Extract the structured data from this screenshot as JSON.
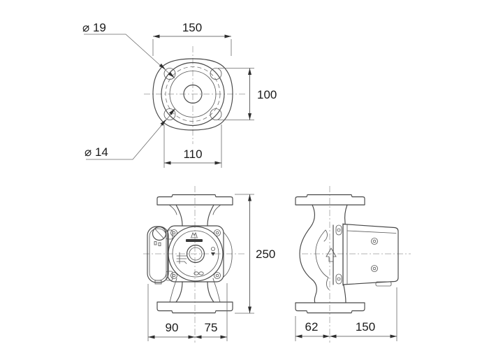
{
  "dims": {
    "top_width": "150",
    "top_height": "100",
    "top_bolt_spacing": "110",
    "hole_outer": "⌀ 19",
    "hole_inner": "⌀ 14",
    "front_height": "250",
    "front_left": "90",
    "front_right": "75",
    "side_left": "62",
    "side_right": "150"
  },
  "colors": {
    "line": "#474747",
    "centerline": "#9a9a9a",
    "text": "#1a1a1a",
    "background": "#ffffff"
  }
}
